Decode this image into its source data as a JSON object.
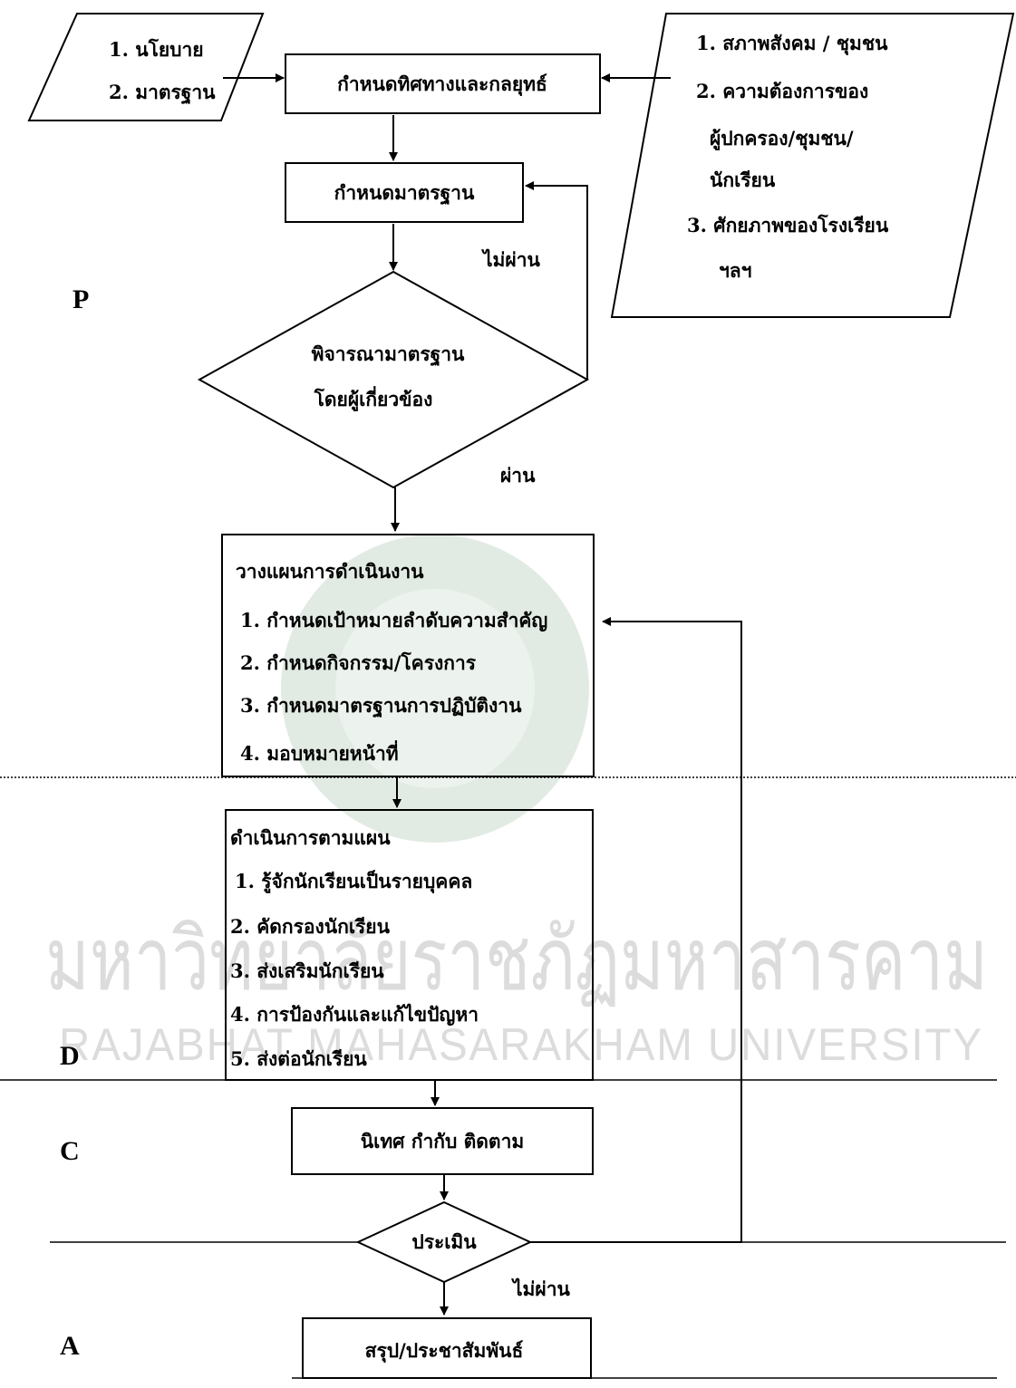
{
  "inputs_left": {
    "line1": "1. นโยบาย",
    "line2": "2. มาตรฐาน"
  },
  "inputs_right": {
    "line1": "1. สภาพสังคม / ชุมชน",
    "line2": "2. ความต้องการของ",
    "line3": "ผู้ปกครอง/ชุมชน/",
    "line4": "นักเรียน",
    "line5": "3. ศักยภาพของโรงเรียน",
    "line6": "ฯลฯ"
  },
  "boxes": {
    "direction": "กำหนดทิศทางและกลยุทธ์",
    "standard": "กำหนดมาตรฐาน",
    "monitor": "นิเทศ กำกับ ติดตาม",
    "summary": "สรุป/ประชาสัมพันธ์"
  },
  "decisions": {
    "review_line1": "พิจารณามาตรฐาน",
    "review_line2": "โดยผู้เกี่ยวข้อง",
    "evaluate": "ประเมิน"
  },
  "labels": {
    "fail_top": "ไม่ผ่าน",
    "pass": "ผ่าน",
    "fail_bottom": "ไม่ผ่าน"
  },
  "plan": {
    "title": "วางแผนการดำเนินงาน",
    "items": [
      "1. กำหนดเป้าหมายลำดับความสำคัญ",
      "2. กำหนดกิจกรรม/โครงการ",
      "3. กำหนดมาตรฐานการปฏิบัติงาน",
      "4. มอบหมายหน้าที่"
    ]
  },
  "execute": {
    "title": "ดำเนินการตามแผน",
    "items": [
      "1. รู้จักนักเรียนเป็นรายบุคคล",
      "2. คัดกรองนักเรียน",
      "3. ส่งเสริมนักเรียน",
      "4. การป้องกันและแก้ไขปัญหา",
      "5. ส่งต่อนักเรียน"
    ]
  },
  "phases": {
    "p": "P",
    "d": "D",
    "c": "C",
    "a": "A"
  },
  "watermark": {
    "thai": "มหาวิทยาลัยราชภัฏมหาสารคาม",
    "english": "RAJABHAT MAHASARAKHAM UNIVERSITY",
    "text_color": "#dcdcdc",
    "seal_color": "#e2ebe3"
  }
}
